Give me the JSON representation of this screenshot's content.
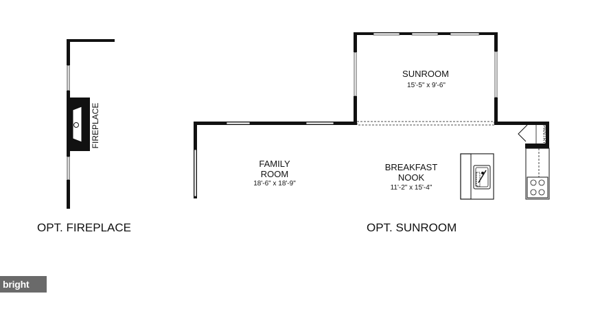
{
  "fireplace_plan": {
    "label": "FIREPLACE",
    "caption": "OPT. FIREPLACE"
  },
  "sunroom_plan": {
    "caption": "OPT. SUNROOM",
    "rooms": {
      "sunroom": {
        "name": "SUNROOM",
        "dims": "15'-5\" x 9'-6\""
      },
      "family_room": {
        "name_line1": "FAMILY",
        "name_line2": "ROOM",
        "dims": "18'-6\" x 18'-9\""
      },
      "breakfast_nook": {
        "name_line1": "BREAKFAST",
        "name_line2": "NOOK",
        "dims": "11'-2\" x 15'-4\""
      },
      "pantry": {
        "name": "PANTRY"
      }
    }
  },
  "watermark": {
    "text": "bright MLS"
  },
  "colors": {
    "wall": "#111111",
    "background": "#ffffff",
    "watermark_bg": "#6a6a6a"
  }
}
